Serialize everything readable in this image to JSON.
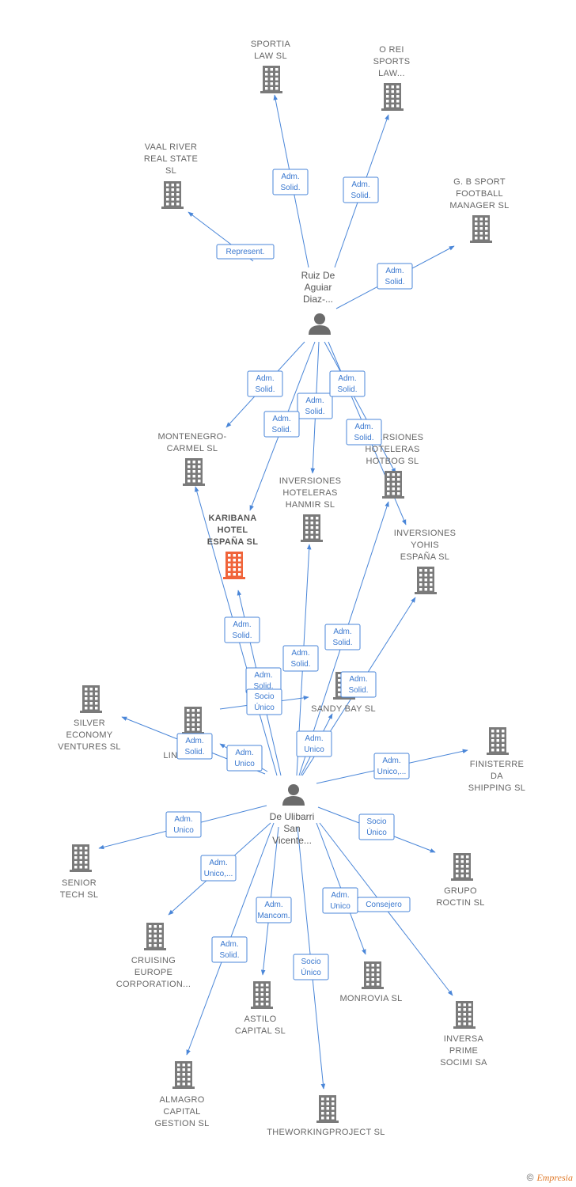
{
  "colors": {
    "edge": "#4a86d8",
    "building": "#7a7a7a",
    "building_main": "#f0643a",
    "person": "#6b6b6b"
  },
  "persons": [
    {
      "id": "ruiz",
      "lines": [
        "Ruiz De",
        "Aguiar",
        "Diaz-..."
      ]
    },
    {
      "id": "ulibarri",
      "lines": [
        "De Ulibarri",
        "San",
        "Vicente..."
      ]
    }
  ],
  "companies": [
    {
      "id": "sportia",
      "lines": [
        "SPORTIA",
        "LAW SL"
      ]
    },
    {
      "id": "orei",
      "lines": [
        "O REI",
        "SPORTS",
        "LAW..."
      ]
    },
    {
      "id": "vaal",
      "lines": [
        "VAAL RIVER",
        "REAL STATE",
        "SL"
      ]
    },
    {
      "id": "gbsport",
      "lines": [
        "G.  B SPORT",
        "FOOTBALL",
        "MANAGER  SL"
      ]
    },
    {
      "id": "montenegro",
      "lines": [
        "MONTENEGRO-",
        "CARMEL  SL"
      ]
    },
    {
      "id": "hotbog",
      "lines": [
        "INVERSIONES",
        "HOTELERAS",
        "HOTBOG  SL"
      ]
    },
    {
      "id": "hanmir",
      "lines": [
        "INVERSIONES",
        "HOTELERAS",
        "HANMIR  SL"
      ]
    },
    {
      "id": "karibana",
      "lines": [
        "KARIBANA",
        "HOTEL",
        "ESPAÑA  SL"
      ],
      "main": true
    },
    {
      "id": "yohis",
      "lines": [
        "INVERSIONES",
        "YOHIS",
        "ESPAÑA  SL"
      ]
    },
    {
      "id": "silver",
      "lines": [
        "SILVER",
        "ECONOMY",
        "VENTURES  SL"
      ]
    },
    {
      "id": "lindalia",
      "lines": [
        "L...",
        "LINDALIA"
      ]
    },
    {
      "id": "sandybay",
      "lines": [
        "SANDY BAY  SL"
      ]
    },
    {
      "id": "finisterre",
      "lines": [
        "FINISTERRE",
        "DA",
        "SHIPPING  SL"
      ]
    },
    {
      "id": "senior",
      "lines": [
        "SENIOR",
        "TECH  SL"
      ]
    },
    {
      "id": "roctin",
      "lines": [
        "GRUPO",
        "ROCTIN  SL"
      ]
    },
    {
      "id": "cruising",
      "lines": [
        "CRUISING",
        "EUROPE",
        "CORPORATION..."
      ]
    },
    {
      "id": "astilo",
      "lines": [
        "ASTILO",
        "CAPITAL  SL"
      ]
    },
    {
      "id": "monrovia",
      "lines": [
        "MONROVIA SL"
      ]
    },
    {
      "id": "inversa",
      "lines": [
        "INVERSA",
        "PRIME",
        "SOCIMI SA"
      ]
    },
    {
      "id": "almagro",
      "lines": [
        "ALMAGRO",
        "CAPITAL",
        "GESTION  SL"
      ]
    },
    {
      "id": "theworking",
      "lines": [
        "THEWORKINGPROJECT SL"
      ]
    }
  ],
  "edges": [
    {
      "from": "ruiz",
      "to": "sportia",
      "label": [
        "Adm.",
        "Solid."
      ]
    },
    {
      "from": "ruiz",
      "to": "orei",
      "label": [
        "Adm.",
        "Solid."
      ]
    },
    {
      "from": "ruiz",
      "to": "vaal",
      "label": [
        "Represent."
      ]
    },
    {
      "from": "ruiz",
      "to": "gbsport",
      "label": [
        "Adm.",
        "Solid."
      ]
    },
    {
      "from": "ruiz",
      "to": "montenegro",
      "label": [
        "Adm.",
        "Solid."
      ]
    },
    {
      "from": "ruiz",
      "to": "hotbog",
      "label": [
        "Adm.",
        "Solid."
      ]
    },
    {
      "from": "ruiz",
      "to": "hanmir",
      "label": [
        "Adm.",
        "Solid."
      ]
    },
    {
      "from": "ruiz",
      "to": "karibana",
      "label": [
        "Adm.",
        "Solid."
      ]
    },
    {
      "from": "ruiz",
      "to": "yohis",
      "label": [
        "Adm.",
        "Solid."
      ]
    },
    {
      "from": "ulibarri",
      "to": "karibana",
      "label": [
        "Adm.",
        "Solid."
      ]
    },
    {
      "from": "ulibarri",
      "to": "montenegro",
      "label": [
        "Adm.",
        "Solid."
      ]
    },
    {
      "from": "ulibarri",
      "to": "hanmir",
      "label": [
        "Adm.",
        "Solid."
      ]
    },
    {
      "from": "ulibarri",
      "to": "hotbog",
      "label": [
        "Adm.",
        "Solid."
      ]
    },
    {
      "from": "ulibarri",
      "to": "yohis",
      "label": [
        "Adm.",
        "Solid."
      ]
    },
    {
      "from": "ulibarri",
      "to": "sandybay",
      "label": [
        "Adm.",
        "Unico"
      ]
    },
    {
      "from": "lindalia",
      "to": "sandybay",
      "label": [
        "Socio",
        "Único"
      ]
    },
    {
      "from": "ulibarri",
      "to": "silver",
      "label": [
        "Adm.",
        "Solid."
      ]
    },
    {
      "from": "ulibarri",
      "to": "lindalia",
      "label": [
        "Adm.",
        "Unico"
      ]
    },
    {
      "from": "ulibarri",
      "to": "finisterre",
      "label": [
        "Adm.",
        "Unico,..."
      ]
    },
    {
      "from": "ulibarri",
      "to": "senior",
      "label": [
        "Adm.",
        "Unico"
      ]
    },
    {
      "from": "ulibarri",
      "to": "roctin",
      "label": [
        "Socio",
        "Único"
      ]
    },
    {
      "from": "ulibarri",
      "to": "cruising",
      "label": [
        "Adm.",
        "Unico,..."
      ]
    },
    {
      "from": "ulibarri",
      "to": "astilo",
      "label": [
        "Adm.",
        "Mancom."
      ]
    },
    {
      "from": "ulibarri",
      "to": "monrovia",
      "label": [
        "Adm.",
        "Unico"
      ]
    },
    {
      "from": "ulibarri",
      "to": "inversa",
      "label": [
        "Consejero"
      ]
    },
    {
      "from": "ulibarri",
      "to": "almagro",
      "label": [
        "Adm.",
        "Solid."
      ]
    },
    {
      "from": "ulibarri",
      "to": "theworking",
      "label": [
        "Socio",
        "Único"
      ]
    }
  ],
  "footer": {
    "copyright": "©",
    "brand": "Empresia"
  }
}
